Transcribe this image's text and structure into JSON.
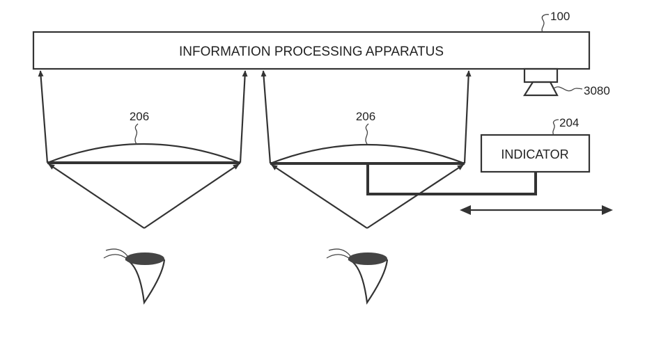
{
  "apparatus": {
    "label": "INFORMATION PROCESSING APPARATUS",
    "ref": "100"
  },
  "speaker": {
    "ref": "3080"
  },
  "indicator": {
    "label": "INDICATOR",
    "ref": "204"
  },
  "lenses": [
    {
      "ref": "206"
    },
    {
      "ref": "206"
    }
  ]
}
